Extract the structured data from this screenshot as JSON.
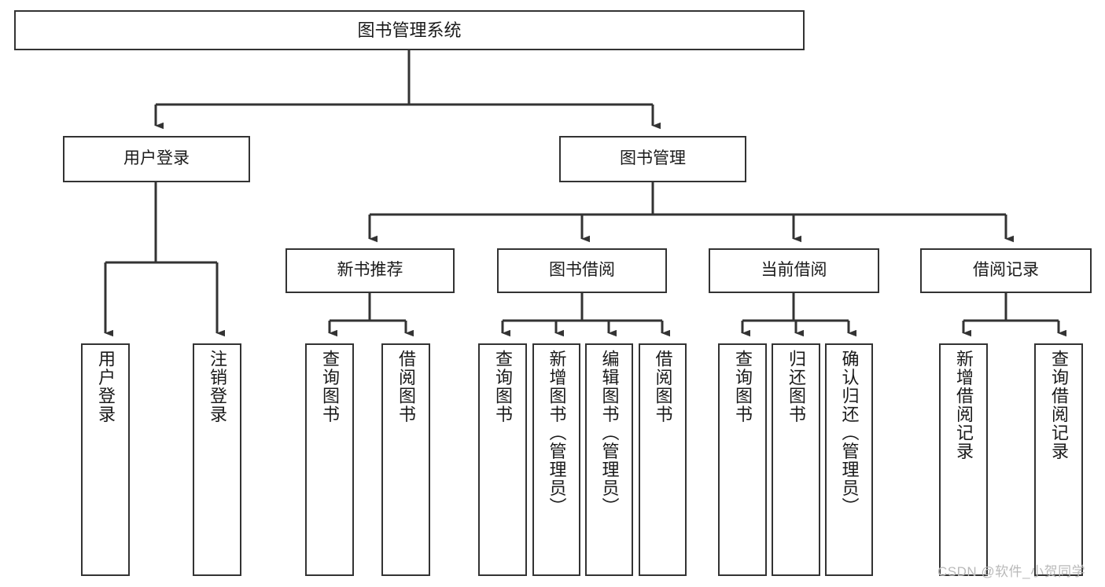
{
  "diagram": {
    "title": "图书管理系统",
    "watermark": "CSDN @软件_小贺同学",
    "colors": {
      "box_border": "#333333",
      "box_fill": "#ffffff",
      "edge": "#333333",
      "text": "#1a1a1a",
      "watermark": "#b9b9b9"
    },
    "root": {
      "label": "图书管理系统"
    },
    "level1": [
      {
        "label": "用户登录"
      },
      {
        "label": "图书管理"
      }
    ],
    "level2": [
      {
        "label": "新书推荐"
      },
      {
        "label": "图书借阅"
      },
      {
        "label": "当前借阅"
      },
      {
        "label": "借阅记录"
      }
    ],
    "leaves": {
      "user_login": [
        {
          "label": "用户登录"
        },
        {
          "label": "注销登录"
        }
      ],
      "new_book": [
        {
          "label": "查询图书"
        },
        {
          "label": "借阅图书"
        }
      ],
      "book_borrow": [
        {
          "label": "查询图书"
        },
        {
          "label": "新增图书（管理员）"
        },
        {
          "label": "编辑图书（管理员）"
        },
        {
          "label": "借阅图书"
        }
      ],
      "current_borrow": [
        {
          "label": "查询图书"
        },
        {
          "label": "归还图书"
        },
        {
          "label": "确认归还（管理员）"
        }
      ],
      "borrow_record": [
        {
          "label": "新增借阅记录"
        },
        {
          "label": "查询借阅记录"
        }
      ]
    }
  }
}
